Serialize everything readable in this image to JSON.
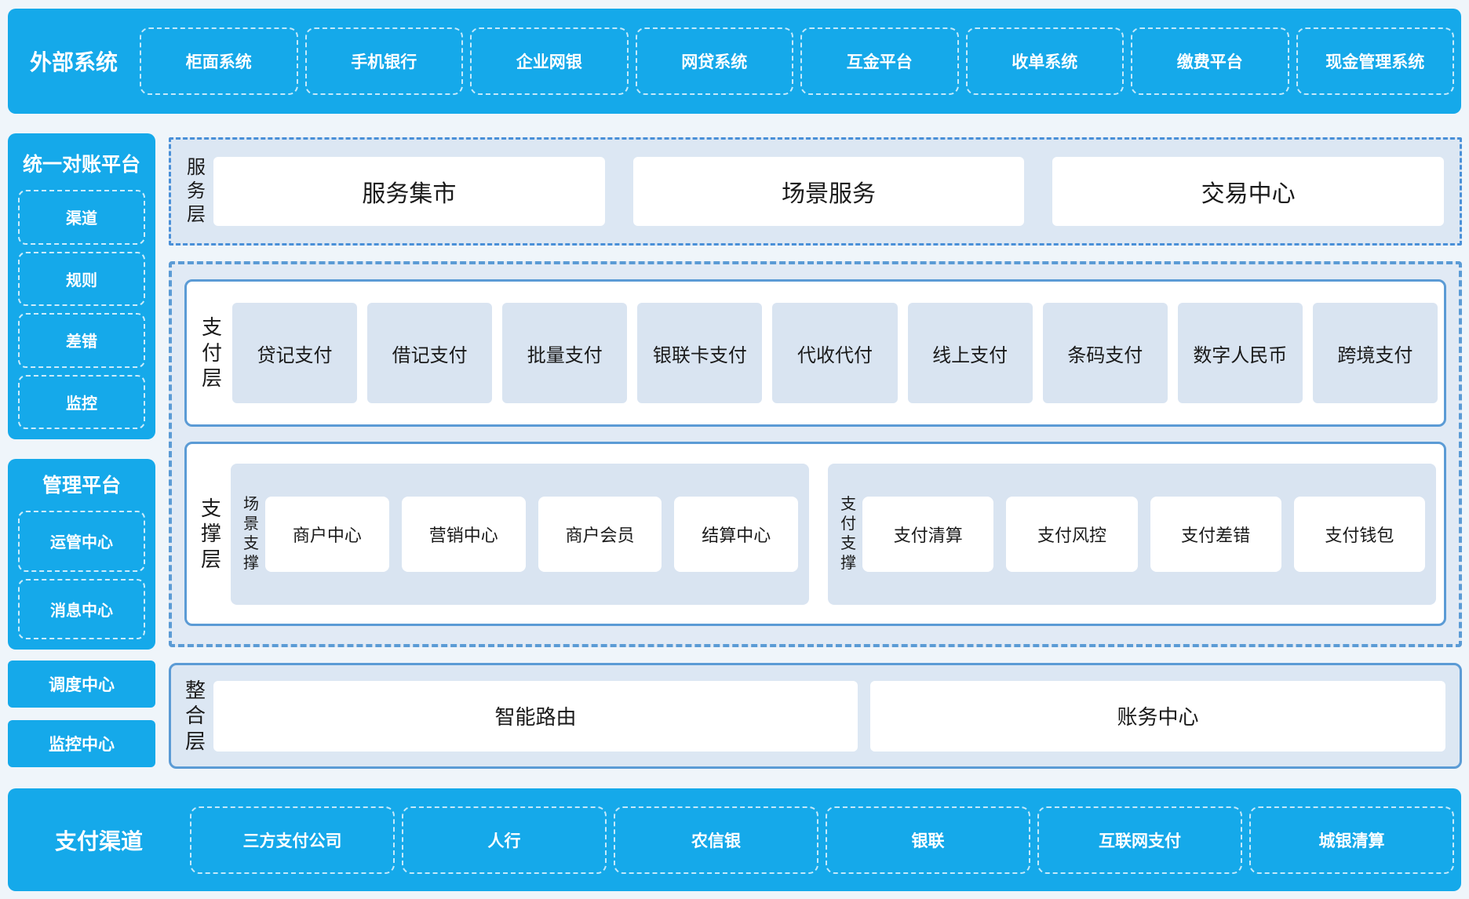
{
  "colors": {
    "banner_blue": "#15a9ea",
    "border_blue": "#5b9bd5",
    "dashdot_blue": "#4a90d8",
    "panel_bg": "#dce7f3",
    "item_bg": "#d9e4f1",
    "page_bg": "#eff5fa",
    "text_dark": "#1a1a1a",
    "text_light": "#ffffff"
  },
  "top_banner": {
    "label": "外部系统",
    "items": [
      "柜面系统",
      "手机银行",
      "企业网银",
      "网贷系统",
      "互金平台",
      "收单系统",
      "缴费平台",
      "现金管理系统"
    ]
  },
  "left_column": {
    "reconciliation": {
      "title": "统一对账平台",
      "items": [
        "渠道",
        "规则",
        "差错",
        "监控"
      ]
    },
    "management": {
      "title": "管理平台",
      "items": [
        "运管中心",
        "消息中心"
      ]
    },
    "scheduling_center": "调度中心",
    "monitoring_center": "监控中心"
  },
  "service_layer": {
    "label": "服务层",
    "items": [
      "服务集市",
      "场景服务",
      "交易中心"
    ]
  },
  "payment_layer": {
    "label": "支付层",
    "items": [
      "贷记支付",
      "借记支付",
      "批量支付",
      "银联卡支付",
      "代收代付",
      "线上支付",
      "条码支付",
      "数字人民币",
      "跨境支付"
    ]
  },
  "support_layer": {
    "label": "支撑层",
    "groups": [
      {
        "label": "场景支撑",
        "items": [
          "商户中心",
          "营销中心",
          "商户会员",
          "结算中心"
        ]
      },
      {
        "label": "支付支撑",
        "items": [
          "支付清算",
          "支付风控",
          "支付差错",
          "支付钱包"
        ]
      }
    ]
  },
  "integration_layer": {
    "label": "整合层",
    "items": [
      "智能路由",
      "账务中心"
    ]
  },
  "bottom_banner": {
    "label": "支付渠道",
    "items": [
      "三方支付公司",
      "人行",
      "农信银",
      "银联",
      "互联网支付",
      "城银清算"
    ]
  }
}
